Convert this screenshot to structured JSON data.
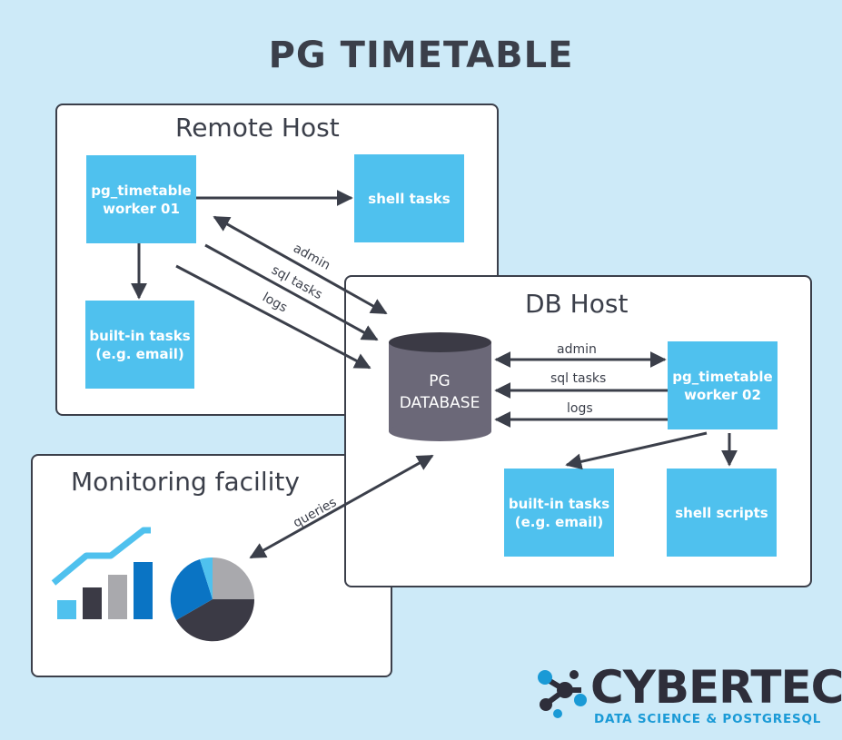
{
  "title": "PG TIMETABLE",
  "remote_host": {
    "title": "Remote Host",
    "worker": [
      "pg_timetable",
      "worker 01"
    ],
    "shell_tasks": "shell tasks",
    "builtin": [
      "built-in tasks",
      "(e.g. email)"
    ]
  },
  "db_host": {
    "title": "DB Host",
    "database": [
      "PG",
      "DATABASE"
    ],
    "worker": [
      "pg_timetable",
      "worker 02"
    ],
    "builtin": [
      "built-in tasks",
      "(e.g. email)"
    ],
    "shell_scripts": "shell scripts"
  },
  "monitoring": {
    "title": "Monitoring facility"
  },
  "edges": {
    "admin": "admin",
    "sql_tasks": "sql tasks",
    "logs": "logs",
    "queries": "queries"
  },
  "brand": {
    "name": "CYBERTEC",
    "tagline": "DATA SCIENCE & POSTGRESQL"
  },
  "colors": {
    "background": "#cdeaf8",
    "box": "#4fc1ee",
    "dark": "#3b3f4a",
    "cylinder": "#6b6878",
    "brand_blue": "#1a9ad6"
  },
  "icons": {
    "bar_chart": "bar-chart-icon",
    "pie_chart": "pie-chart-icon",
    "logo": "molecule-icon"
  }
}
